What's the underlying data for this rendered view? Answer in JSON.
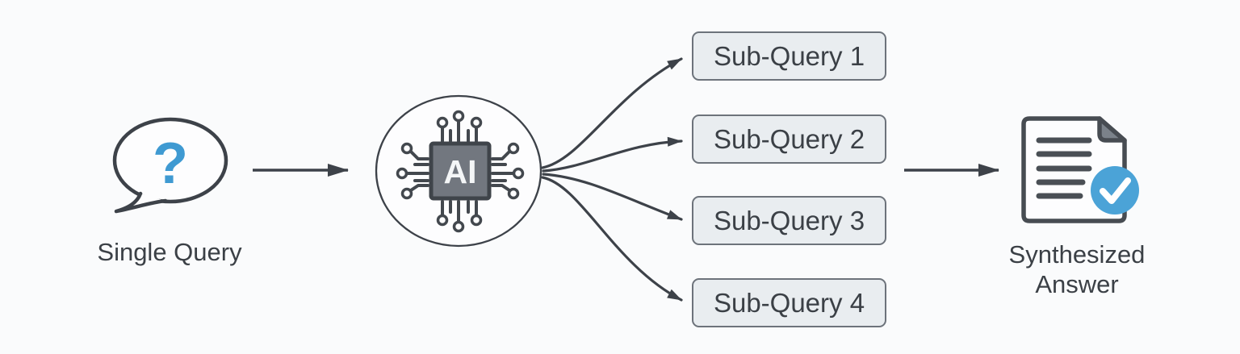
{
  "diagram": {
    "type": "flow-diagram",
    "nodes": {
      "single_query": {
        "label": "Single Query",
        "bubble_char": "?",
        "icon": "speech-bubble-question-icon"
      },
      "ai": {
        "label": "AI",
        "icon": "ai-chip-icon"
      },
      "sub_queries": [
        "Sub-Query 1",
        "Sub-Query 2",
        "Sub-Query 3",
        "Sub-Query 4"
      ],
      "synthesized_answer": {
        "label_line1": "Synthesized",
        "label_line2": "Answer",
        "icon": "document-check-icon"
      }
    },
    "flow": [
      "single_query -> ai",
      "ai -> sub_query_1",
      "ai -> sub_query_2",
      "ai -> sub_query_3",
      "ai -> sub_query_4",
      "sub_queries -> synthesized_answer"
    ]
  },
  "colors": {
    "background": "#fafbfc",
    "outline_dark": "#3d4249",
    "accent_blue": "#4ba3d7",
    "question_mark_blue": "#3f9ad2",
    "box_fill": "#e9edf0",
    "box_border": "#6d737b",
    "chip_fill": "#72777f",
    "chip_border": "#3f444a",
    "fold_fill": "#7b828a",
    "text": "#3b4046",
    "paper_fill": "#fdfdfe"
  }
}
